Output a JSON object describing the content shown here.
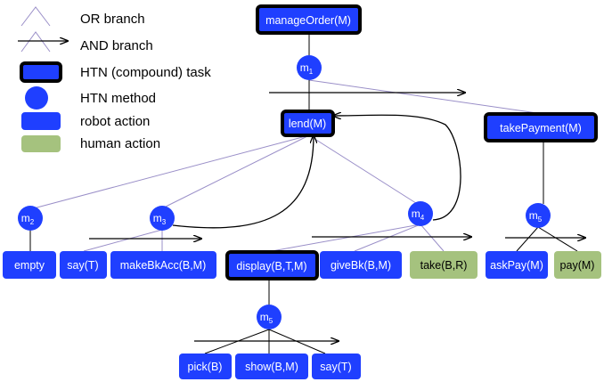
{
  "colors": {
    "robot": "#1f3fff",
    "human": "#a5c27e",
    "compound_border": "#000000",
    "or_branch": "#9a8fc8",
    "and_branch": "#000000"
  },
  "legend": {
    "or_branch": "OR branch",
    "and_branch": "AND branch",
    "compound_task": "HTN (compound) task",
    "method": "HTN method",
    "robot_action": "robot action",
    "human_action": "human action"
  },
  "compound_tasks": {
    "manage_order": "manageOrder(M)",
    "lend": "lend(M)",
    "take_payment": "takePayment(M)",
    "display": "display(B,T,M)"
  },
  "methods": {
    "m1": {
      "base": "m",
      "sub": "1"
    },
    "m2": {
      "base": "m",
      "sub": "2"
    },
    "m3": {
      "base": "m",
      "sub": "3"
    },
    "m4": {
      "base": "m",
      "sub": "4"
    },
    "m5_payment": {
      "base": "m",
      "sub": "5"
    },
    "m5_display": {
      "base": "m",
      "sub": "5"
    }
  },
  "robot_actions": {
    "empty": "empty",
    "say_t": "say(T)",
    "make_bk_acc": "makeBkAcc(B,M)",
    "give_bk": "giveBk(B,M)",
    "ask_pay": "askPay(M)",
    "pick": "pick(B)",
    "show": "show(B,M)",
    "say_t2": "say(T)"
  },
  "human_actions": {
    "take": "take(B,R)",
    "pay": "pay(M)"
  }
}
